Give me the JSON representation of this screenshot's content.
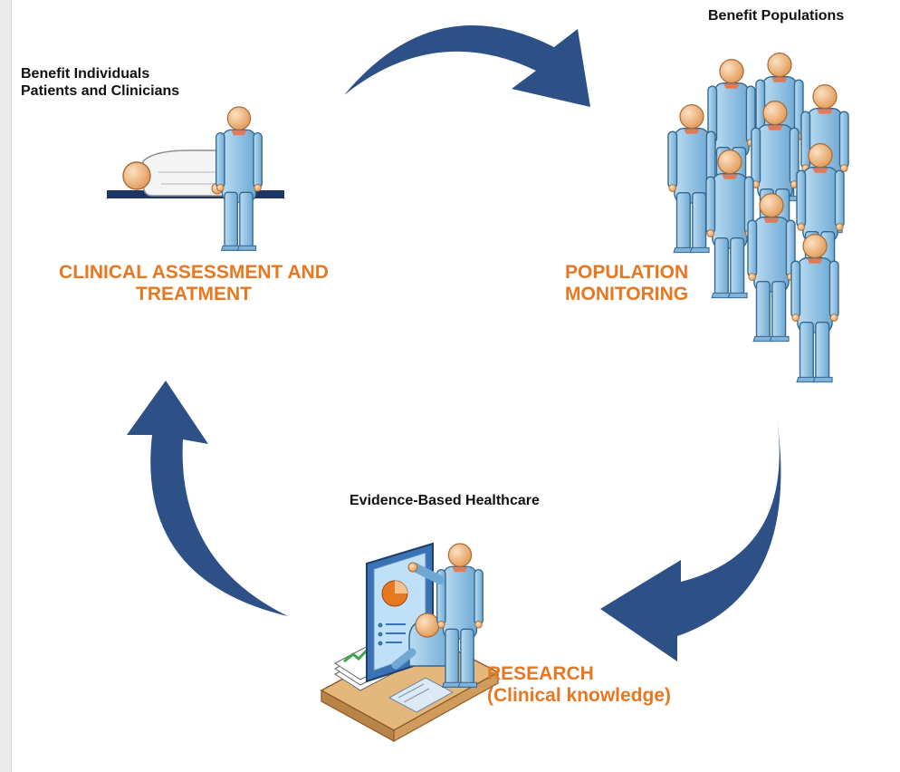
{
  "labels": {
    "benefit_individuals_line1": "Benefit Individuals",
    "benefit_individuals_line2": "Patients and Clinicians",
    "benefit_populations": "Benefit Populations",
    "evidence_based": "Evidence-Based Healthcare"
  },
  "stages": {
    "clinical_line1": "CLINICAL ASSESSMENT AND",
    "clinical_line2": "TREATMENT",
    "population_line1": "POPULATION",
    "population_line2": "MONITORING",
    "research_line1": "RESEARCH",
    "research_line2": "(Clinical knowledge)"
  },
  "colors": {
    "arrow": "#2d5186",
    "stage_text": "#e87722",
    "figure_body": "#8fc3e6",
    "figure_head": "#f0b277"
  },
  "icons": [
    "patient-on-bed-icon",
    "clinician-icon",
    "population-crowd-icon",
    "researcher-computer-icon"
  ]
}
